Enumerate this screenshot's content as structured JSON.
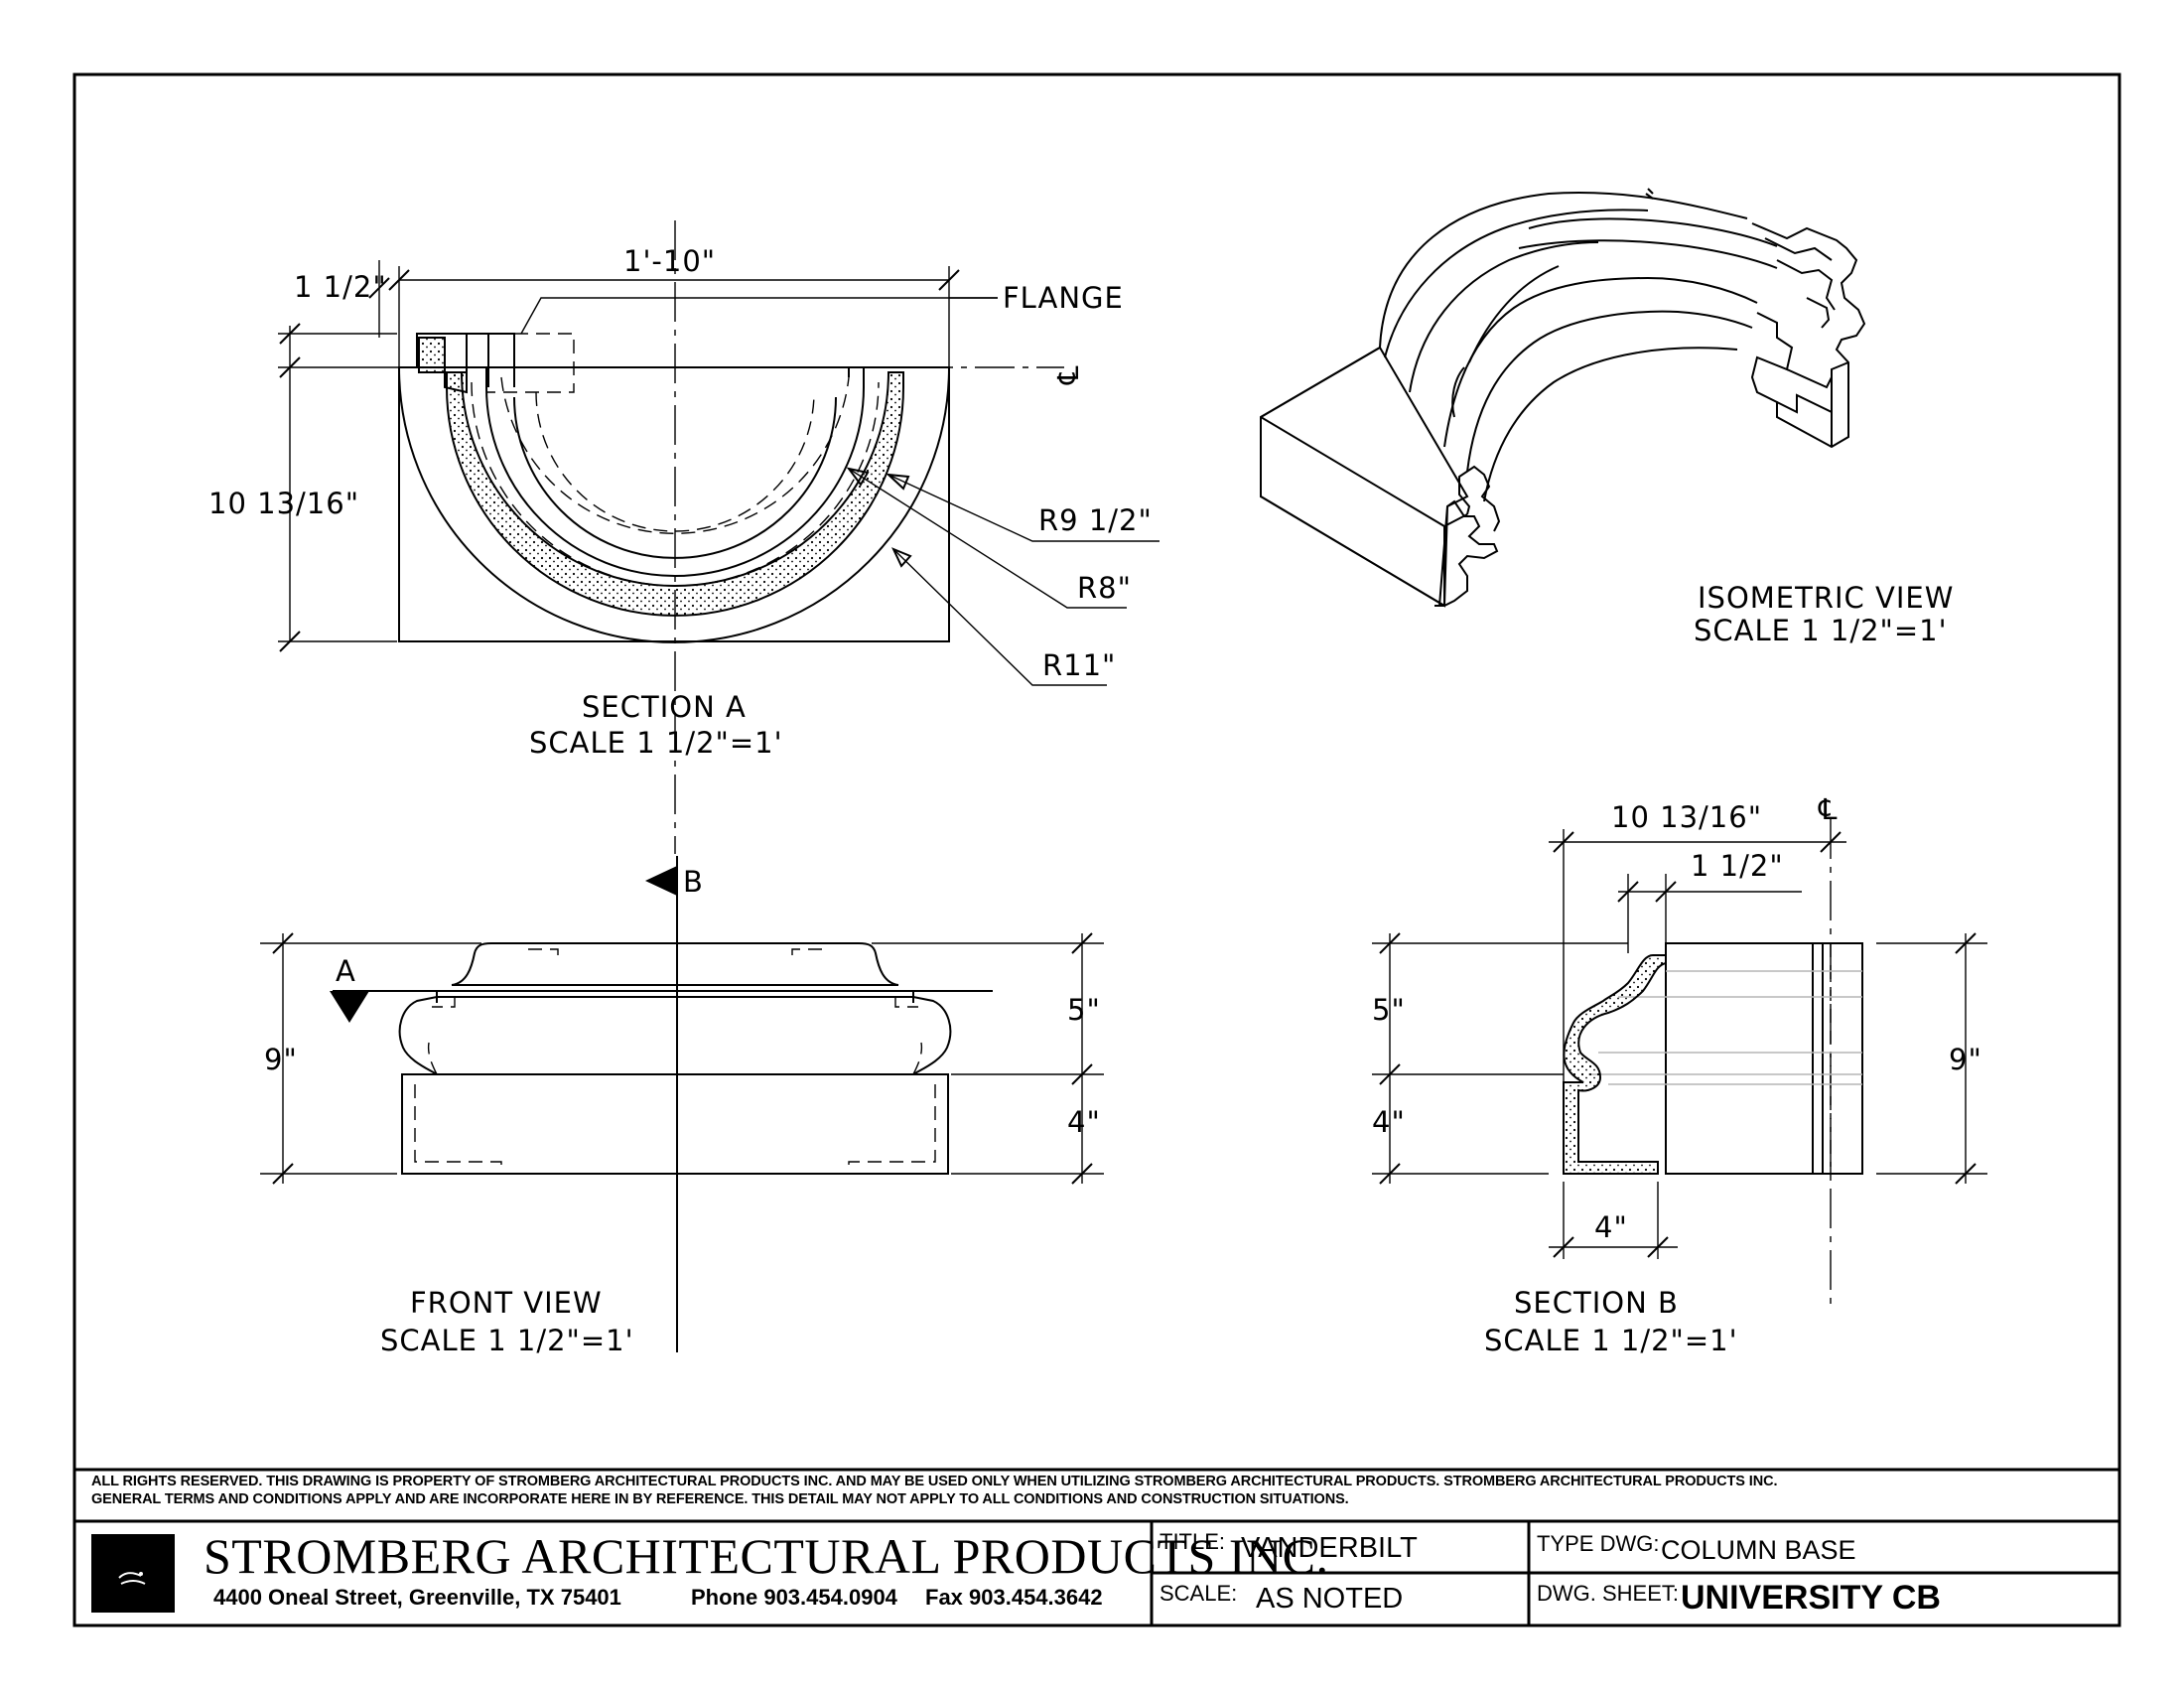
{
  "section_a": {
    "dim_width": "1'-10\"",
    "dim_flange_width": "1 1/2\"",
    "dim_height": "10 13/16\"",
    "flange_label": "FLANGE",
    "centerline_symbol": "℄",
    "radius_1": "R9 1/2\"",
    "radius_2": "R8\"",
    "radius_3": "R11\"",
    "title": "SECTION A",
    "scale": "SCALE 1 1/2\"=1'"
  },
  "isometric": {
    "title": "ISOMETRIC VIEW",
    "scale": "SCALE 1 1/2\"=1'"
  },
  "front_view": {
    "cut_b_label": "B",
    "cut_a_label": "A",
    "dim_total": "9\"",
    "dim_upper": "5\"",
    "dim_lower": "4\"",
    "title": "FRONT VIEW",
    "scale": "SCALE 1 1/2\"=1'"
  },
  "section_b": {
    "dim_width": "10 13/16\"",
    "dim_flange": "1 1/2\"",
    "centerline_symbol": "℄",
    "dim_upper": "5\"",
    "dim_lower": "4\"",
    "dim_total": "9\"",
    "dim_base": "4\"",
    "title": "SECTION B",
    "scale": "SCALE 1 1/2\"=1'"
  },
  "title_block": {
    "legal_line_1": "ALL RIGHTS RESERVED. THIS DRAWING IS PROPERTY OF STROMBERG ARCHITECTURAL PRODUCTS INC. AND MAY BE USED ONLY WHEN UTILIZING STROMBERG ARCHITECTURAL PRODUCTS.  STROMBERG ARCHITECTURAL PRODUCTS INC.",
    "legal_line_2": "GENERAL TERMS AND CONDITIONS APPLY AND ARE INCORPORATE HERE IN BY REFERENCE.  THIS DETAIL MAY NOT APPLY TO ALL CONDITIONS AND CONSTRUCTION SITUATIONS.",
    "company_name": "STROMBERG ARCHITECTURAL PRODUCTS INC.",
    "address": "4400 Oneal Street, Greenville, TX  75401",
    "phone": "Phone 903.454.0904",
    "fax": "Fax 903.454.3642",
    "title_label": "TITLE:",
    "title_value": "VANDERBILT",
    "scale_label": "SCALE:",
    "scale_value": "AS NOTED",
    "type_label": "TYPE DWG:",
    "type_value": "COLUMN BASE",
    "sheet_label": "DWG. SHEET:",
    "sheet_value": "UNIVERSITY CB"
  }
}
